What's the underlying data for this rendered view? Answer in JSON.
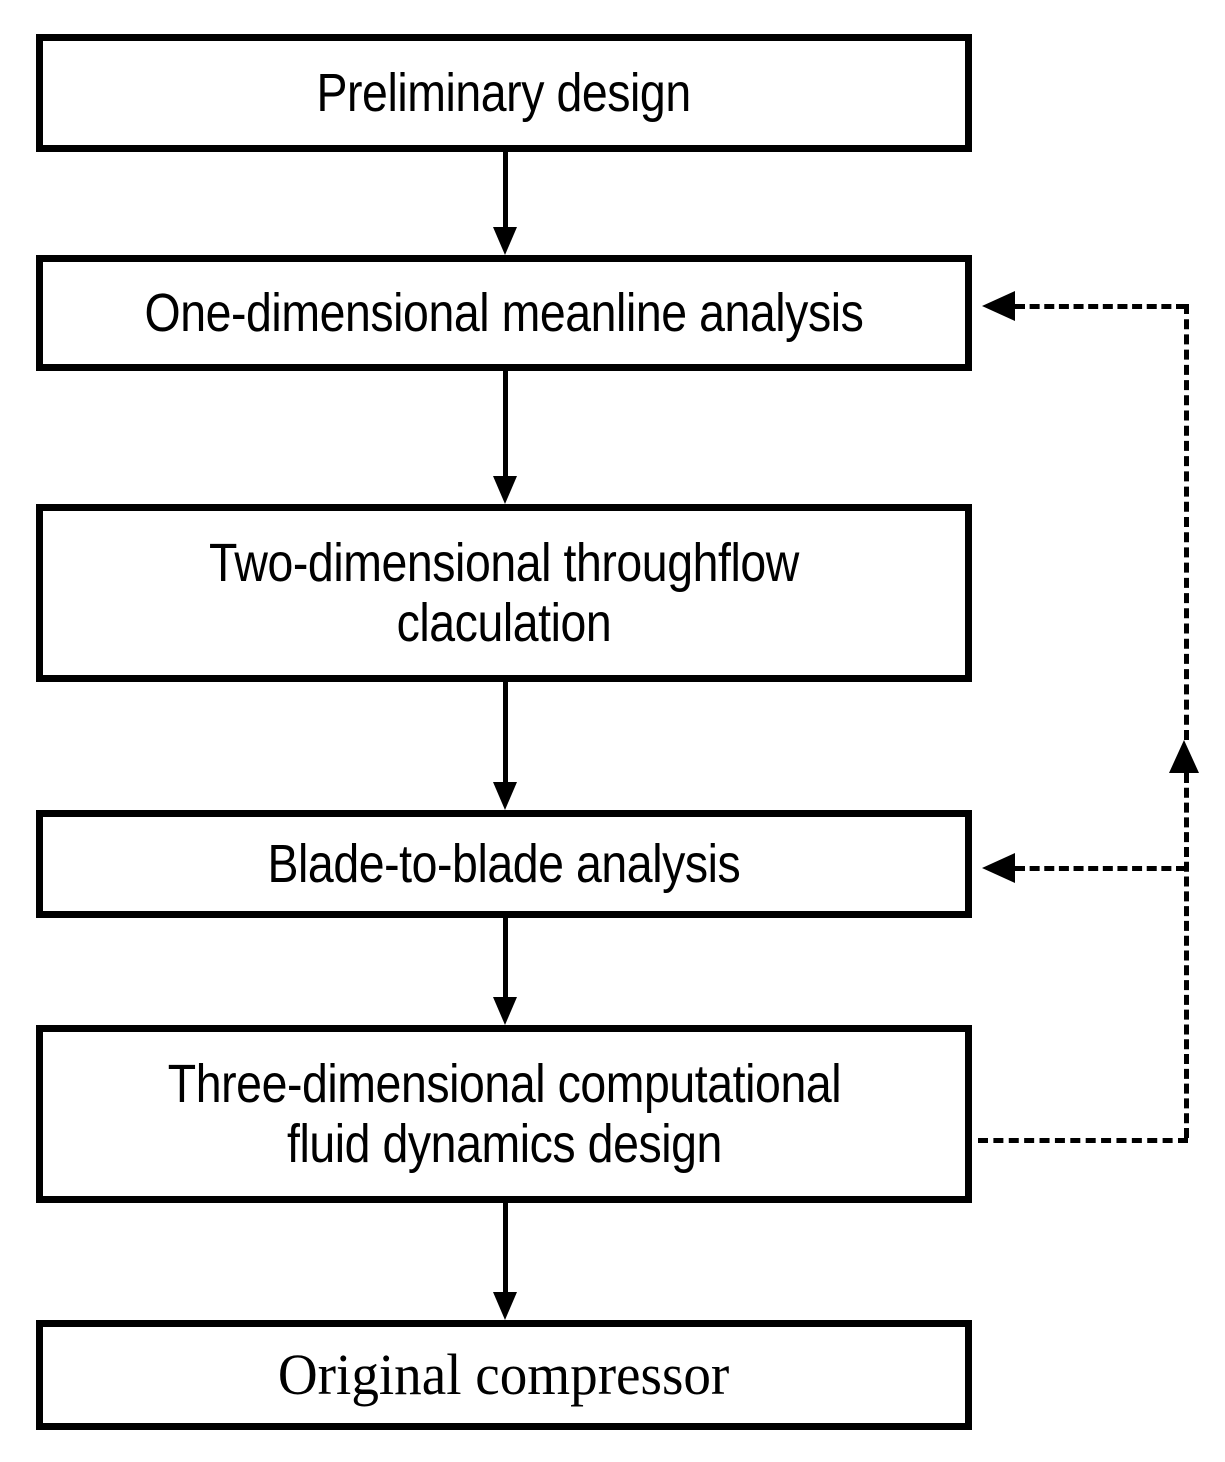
{
  "diagram": {
    "title": "Compressor design process flowchart",
    "type": "flowchart",
    "background_color": "#ffffff",
    "line_color": "#000000",
    "nodes": [
      {
        "id": "preliminary-design",
        "label": "Preliminary design"
      },
      {
        "id": "meanline-analysis",
        "label": "One-dimensional meanline analysis"
      },
      {
        "id": "throughflow",
        "label": "Two-dimensional throughflow\nclaculation"
      },
      {
        "id": "blade-to-blade",
        "label": "Blade-to-blade analysis"
      },
      {
        "id": "cfd-design",
        "label": "Three-dimensional  computational\nfluid dynamics design"
      },
      {
        "id": "original-compressor",
        "label": "Original compressor"
      }
    ],
    "edges": [
      {
        "from": "preliminary-design",
        "to": "meanline-analysis",
        "style": "solid",
        "arrow": "down"
      },
      {
        "from": "meanline-analysis",
        "to": "throughflow",
        "style": "solid",
        "arrow": "down"
      },
      {
        "from": "throughflow",
        "to": "blade-to-blade",
        "style": "solid",
        "arrow": "down"
      },
      {
        "from": "blade-to-blade",
        "to": "cfd-design",
        "style": "solid",
        "arrow": "down"
      },
      {
        "from": "cfd-design",
        "to": "original-compressor",
        "style": "solid",
        "arrow": "down"
      },
      {
        "from": "cfd-design",
        "to": "meanline-analysis",
        "style": "dashed",
        "arrow": "left"
      },
      {
        "from": "cfd-design",
        "to": "blade-to-blade",
        "style": "dashed",
        "arrow": "left"
      }
    ]
  }
}
